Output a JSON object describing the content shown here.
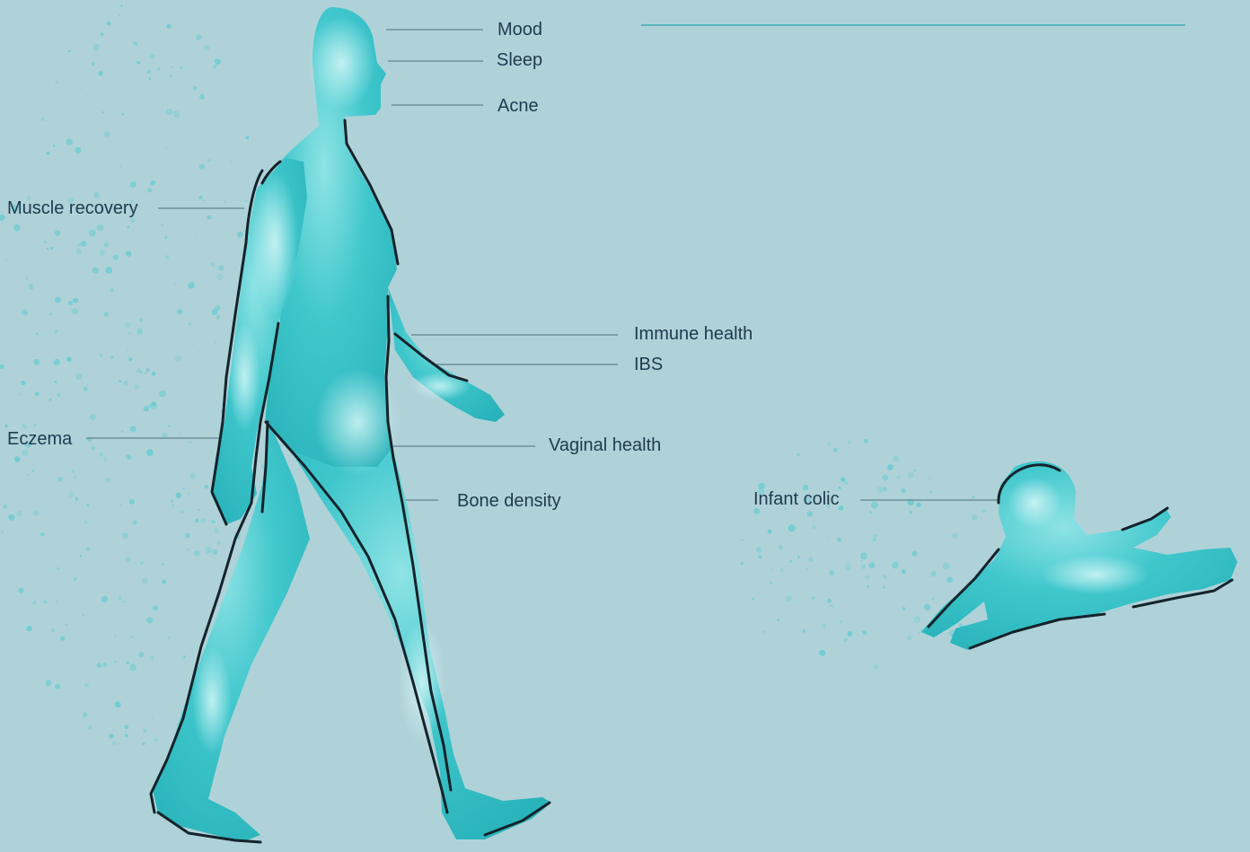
{
  "labels": {
    "mood": "Mood",
    "sleep": "Sleep",
    "acne": "Acne",
    "muscle_recovery": "Muscle recovery",
    "immune_health": "Immune health",
    "ibs": "IBS",
    "eczema": "Eczema",
    "vaginal_health": "Vaginal health",
    "bone_density": "Bone density",
    "infant_colic": "Infant colic"
  },
  "colors": {
    "background": "#afd2d8",
    "figure_fill": "#3cc4ca",
    "figure_highlight": "#b6eef0",
    "outline": "#14232b",
    "label_text": "#1d3a50",
    "leader_line": "#6f8f97",
    "top_rule": "#3fa9b5"
  },
  "figures": [
    "walking-woman",
    "crawling-infant"
  ]
}
